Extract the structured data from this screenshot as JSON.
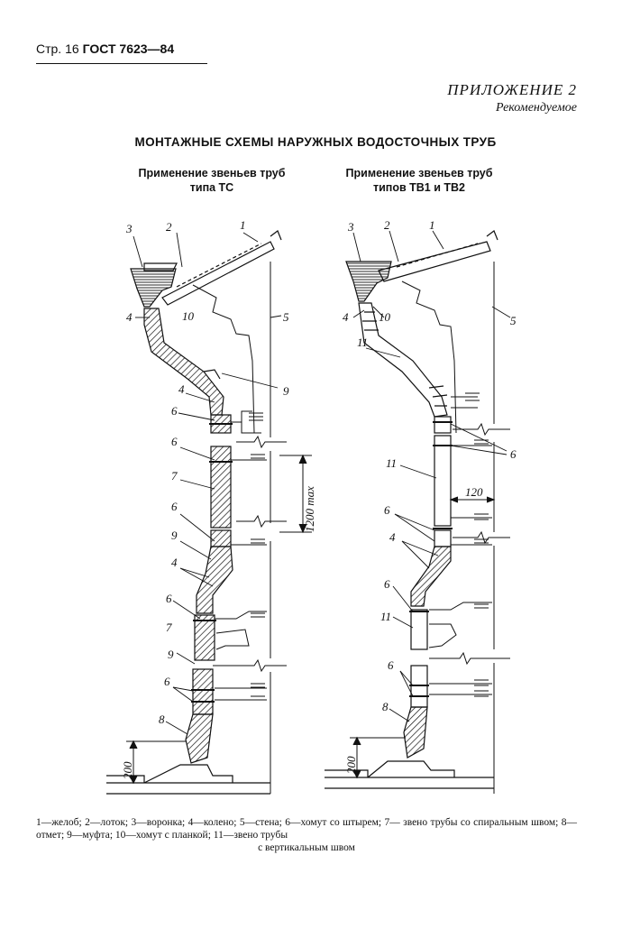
{
  "header": {
    "page_prefix": "Стр. 16",
    "standard": "ГОСТ 7623—84"
  },
  "appendix": {
    "title": "ПРИЛОЖЕНИЕ 2",
    "status": "Рекомендуемое"
  },
  "document_title": "МОНТАЖНЫЕ СХЕМЫ НАРУЖНЫХ ВОДОСТОЧНЫХ ТРУБ",
  "diagrams": {
    "left": {
      "subtitle_line1": "Применение звеньев труб",
      "subtitle_line2": "типа ТС",
      "labels": {
        "l1": "1",
        "l2": "2",
        "l3": "3",
        "l4a": "4",
        "l10": "10",
        "l5": "5",
        "l9a": "9",
        "l4b": "4",
        "l6a": "6",
        "l6b": "6",
        "l7a": "7",
        "l6c": "6",
        "l9b": "9",
        "l4c": "4",
        "l6d": "6",
        "l7b": "7",
        "l9c": "9",
        "l6e": "6",
        "l8": "8"
      },
      "dim_max": "1200 max",
      "dim_bottom": "200"
    },
    "right": {
      "subtitle_line1": "Применение звеньев труб",
      "subtitle_line2": "типов ТВ1 и ТВ2",
      "labels": {
        "l1": "1",
        "l2": "2",
        "l3": "3",
        "l4a": "4",
        "l10": "10",
        "l5": "5",
        "l11a": "11",
        "l6a": "6",
        "l11b": "11",
        "l6b": "6",
        "l4b": "4",
        "l6c": "6",
        "l11c": "11",
        "l6d": "6",
        "l8": "8"
      },
      "dim_120": "120",
      "dim_bottom": "200"
    }
  },
  "caption": {
    "line1": "1—желоб; 2—лоток; 3—воронка; 4—колено; 5—стена; 6—хомут со штырем; 7— звено",
    "line2": "трубы со спиральным швом; 8—отмет; 9—муфта; 10—хомут с планкой; 11—звено трубы",
    "line3": "с вертикальным швом"
  }
}
